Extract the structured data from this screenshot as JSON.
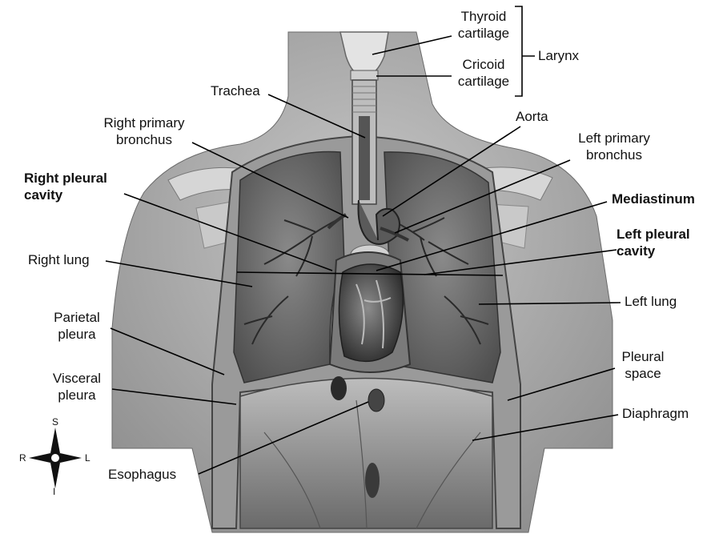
{
  "labels": {
    "thyroid_cartilage": [
      "Thyroid",
      "cartilage"
    ],
    "cricoid_cartilage": [
      "Cricoid",
      "cartilage"
    ],
    "larynx": "Larynx",
    "trachea": "Trachea",
    "right_primary_bronchus": [
      "Right primary",
      "bronchus"
    ],
    "aorta": "Aorta",
    "left_primary_bronchus": [
      "Left primary",
      "bronchus"
    ],
    "right_pleural_cavity": [
      "Right pleural",
      "cavity"
    ],
    "mediastinum": "Mediastinum",
    "left_pleural_cavity": [
      "Left pleural",
      "cavity"
    ],
    "right_lung": "Right lung",
    "left_lung": "Left lung",
    "parietal_pleura": [
      "Parietal",
      "pleura"
    ],
    "pleural_space": [
      "Pleural",
      "space"
    ],
    "visceral_pleura": [
      "Visceral",
      "pleura"
    ],
    "diaphragm": "Diaphragm",
    "esophagus": "Esophagus"
  },
  "compass": {
    "superior": "S",
    "inferior": "I",
    "right": "R",
    "left": "L"
  },
  "colors": {
    "skin": "#b8b8b8",
    "lung": "#6f6f6f",
    "heart": "#4a4a4a",
    "line": "#000000"
  }
}
